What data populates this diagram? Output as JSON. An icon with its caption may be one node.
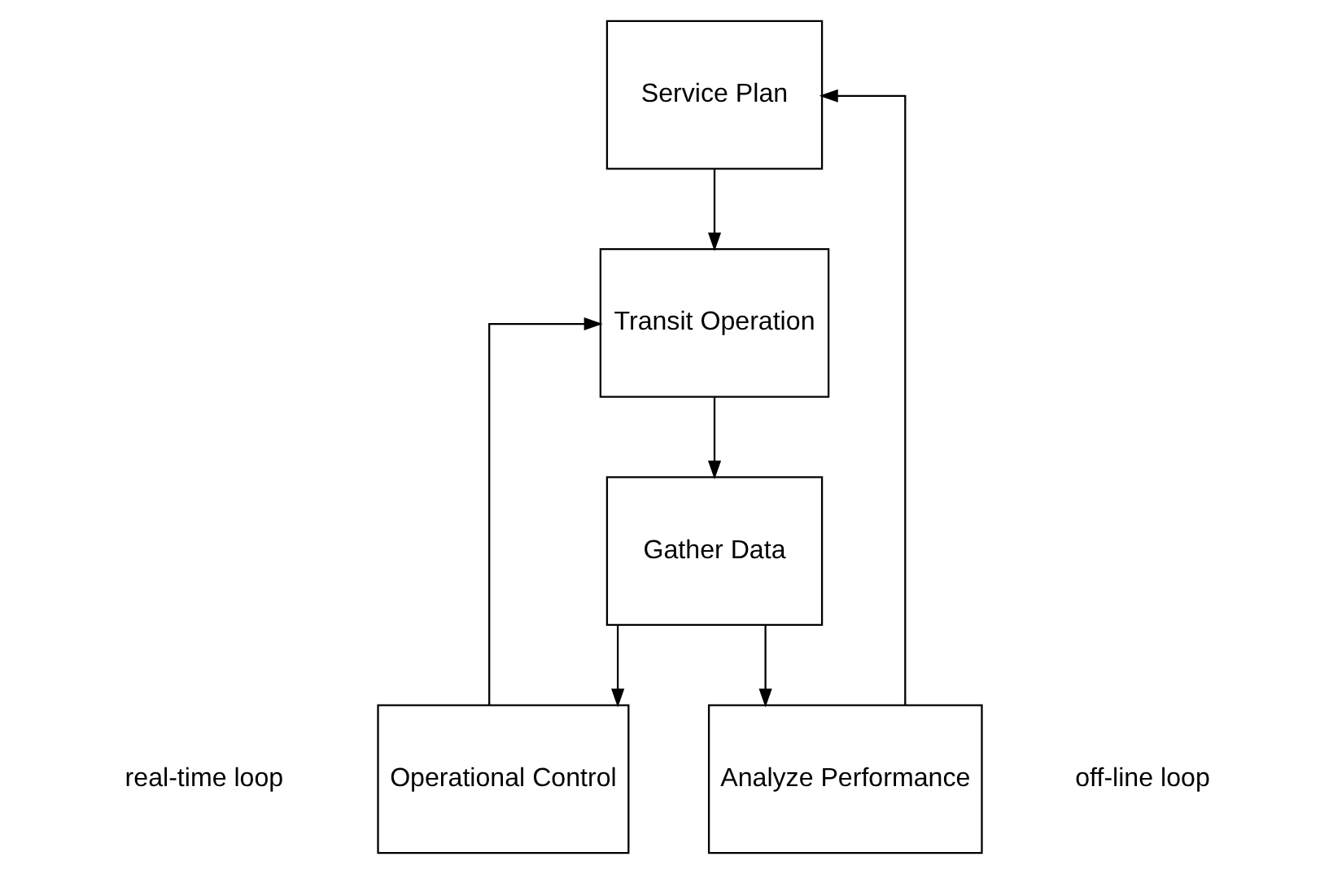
{
  "diagram": {
    "nodes": [
      {
        "text": [
          "Service Plan"
        ]
      },
      {
        "text": [
          "Operational Control"
        ]
      },
      {
        "text": [
          "Transit Operation"
        ]
      },
      {
        "text": [
          "Analyze Performance"
        ]
      },
      {
        "text": [
          "Gather Data"
        ]
      }
    ],
    "edges": [
      {
        "from": 0,
        "to": 2,
        "arrow": "to"
      },
      {
        "from": 1,
        "to": 2,
        "arrow": "to"
      },
      {
        "from": 2,
        "to": 4,
        "arrow": "to"
      },
      {
        "from": 4,
        "to": 1,
        "arrow": "to"
      },
      {
        "from": 4,
        "to": 3,
        "arrow": "to"
      },
      {
        "from": 3,
        "to": 0,
        "arrow": "to"
      }
    ],
    "labels": [
      "real-time loop",
      "off-line loop"
    ]
  }
}
